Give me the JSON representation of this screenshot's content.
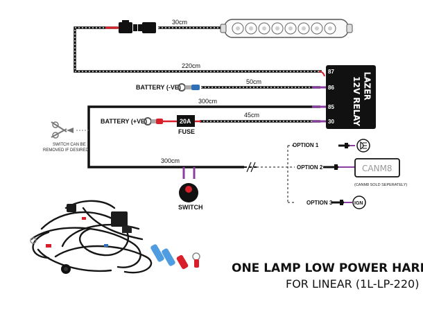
{
  "lengths": {
    "top_wire": "30cm",
    "long_wire": "220cm",
    "battery_neg_wire": "50cm",
    "relay_85_wire": "300cm",
    "battery_pos_wire": "45cm",
    "switch_wire": "300cm"
  },
  "labels": {
    "battery_neg": "BATTERY (-VE)",
    "battery_pos": "BATTERY (+VE)",
    "fuse_rating": "20A",
    "fuse": "FUSE",
    "switch": "SWITCH",
    "switch_note_line1": "SWITCH CAN BE",
    "switch_note_line2": "REMOVED IF DESIRED"
  },
  "relay": {
    "brand": "LAZER",
    "name": "12V RELAY",
    "pins": [
      "87",
      "86",
      "85",
      "30"
    ]
  },
  "options": {
    "option1": "OPTION 1",
    "option2": "OPTION 2",
    "option3": "OPTION 3",
    "canm8": "CANM8",
    "canm8_note": "(CANM8 SOLD SEPERATELY)",
    "ign": "IGN"
  },
  "title": {
    "line1": "ONE LAMP LOW POWER HARNESS",
    "line2": "FOR LINEAR (1L-LP-220)"
  },
  "colors": {
    "wire": "#111111",
    "red": "#d9202a",
    "purple": "#8a3ea0",
    "blue": "#2f6fb5",
    "relay": "#111111"
  },
  "icons": [
    "light-bar-icon",
    "wire-cutter-icon",
    "headlight-icon",
    "ring-terminal-icon"
  ]
}
